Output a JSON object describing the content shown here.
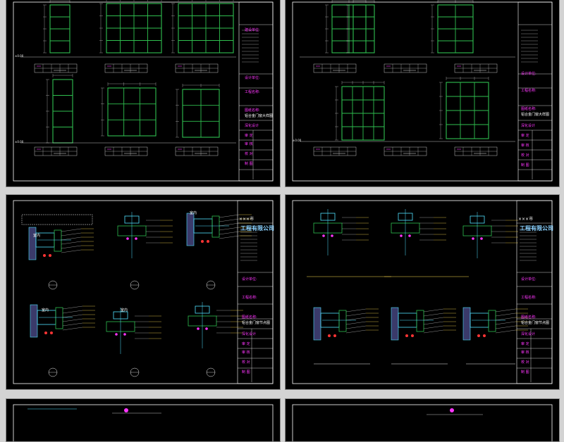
{
  "colors": {
    "background": "#d3d3d3",
    "sheet": "#000000",
    "frame": "#ffffff",
    "window": "#2fbf4f",
    "dim": "#f0f0f0",
    "accent_magenta": "#ff36ff",
    "accent_cyan": "#4fe1ff",
    "accent_red": "#ff3434",
    "accent_yellow": "#ffde4f"
  },
  "sheets": [
    {
      "name": "sheet-top-left",
      "kind": "elevation"
    },
    {
      "name": "sheet-top-right",
      "kind": "elevation"
    },
    {
      "name": "sheet-middle-left",
      "kind": "detail"
    },
    {
      "name": "sheet-middle-right",
      "kind": "detail"
    },
    {
      "name": "sheet-bottom-left",
      "kind": "partial"
    },
    {
      "name": "sheet-bottom-right",
      "kind": "partial"
    }
  ],
  "labels": {
    "level_mark": "±0.00",
    "company_name": "工程有限公司",
    "company_prefix": "×××市",
    "tb_construction_unit": "建设单位:",
    "tb_design_unit": "设计单位:",
    "tb_project_name": "工程名称:",
    "tb_drawing_name": "图纸名称:",
    "tb_deepen_design": "深化设计",
    "tb_approve": "审 定",
    "tb_review": "审 核",
    "tb_check": "校 对",
    "tb_drawn": "制 图",
    "drawing_title_top": "铝合金门窗大样图",
    "drawing_title_mid": "铝合金门窗节点图",
    "room_label": "室内",
    "note_text": "备注"
  }
}
